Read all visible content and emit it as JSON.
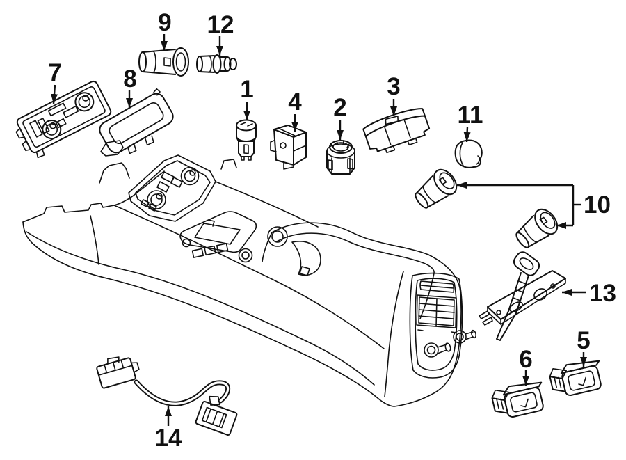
{
  "diagram": {
    "type": "automotive-parts-exploded-diagram",
    "subject": "center console components",
    "colors": {
      "background": "#ffffff",
      "line": "#111111"
    },
    "callouts": [
      {
        "label": "1"
      },
      {
        "label": "2"
      },
      {
        "label": "3"
      },
      {
        "label": "4"
      },
      {
        "label": "5"
      },
      {
        "label": "6"
      },
      {
        "label": "7"
      },
      {
        "label": "8"
      },
      {
        "label": "9"
      },
      {
        "label": "10"
      },
      {
        "label": "11"
      },
      {
        "label": "12"
      },
      {
        "label": "13"
      },
      {
        "label": "14"
      }
    ]
  }
}
